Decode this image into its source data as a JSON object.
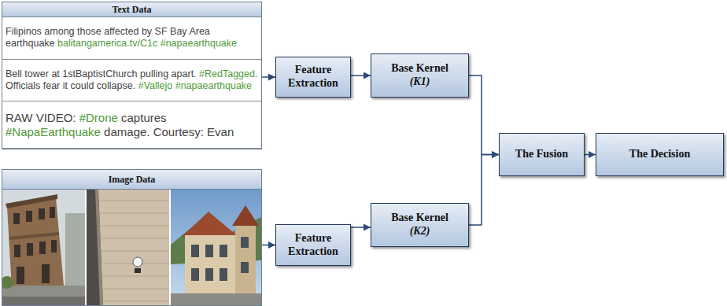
{
  "diagram": {
    "nodes": [
      {
        "text": [
          "Text Data"
        ]
      },
      {
        "text": [
          "Filipinos among those affected by SF Bay Area earthquake balitangamerica.tv/C1c #napaearthquake"
        ],
        "in": 0
      },
      {
        "text": [
          "Bell tower at 1stBaptistChurch pulling apart. #RedTagged. Officials fear it could collapse. #Vallejo #napaearthquake"
        ],
        "in": 0
      },
      {
        "text": [
          "RAW VIDEO: #Drone captures #NapaEarthquake damage. Courtesy: Evan"
        ],
        "in": 0
      },
      {
        "text": [
          "Image Data"
        ]
      },
      {
        "text": [
          "Feature Extraction"
        ]
      },
      {
        "text": [
          "Base Kernel",
          "(K1)"
        ]
      },
      {
        "text": [
          "Feature Extraction"
        ]
      },
      {
        "text": [
          "Base Kernel",
          "(K2)"
        ]
      },
      {
        "text": [
          "The Fusion"
        ]
      },
      {
        "text": [
          "The Decision"
        ]
      }
    ],
    "edges": [
      {
        "from": 0,
        "to": 5,
        "arrow": "to"
      },
      {
        "from": 5,
        "to": 6,
        "arrow": "to"
      },
      {
        "from": 6,
        "to": 9,
        "arrow": "to"
      },
      {
        "from": 4,
        "to": 7,
        "arrow": "to"
      },
      {
        "from": 7,
        "to": 8,
        "arrow": "to"
      },
      {
        "from": 8,
        "to": 9,
        "arrow": "to"
      },
      {
        "from": 9,
        "to": 10,
        "arrow": "to"
      }
    ]
  }
}
